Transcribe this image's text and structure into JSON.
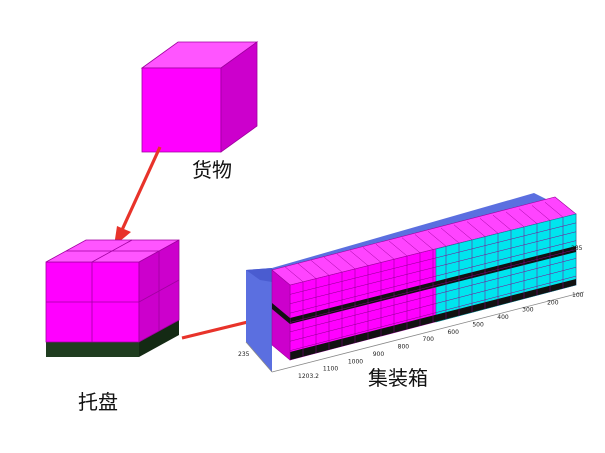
{
  "labels": {
    "goods": "货物",
    "pallet": "托盘",
    "container": "集装箱"
  },
  "axes": {
    "x_ticks": [
      "100",
      "200",
      "300",
      "400",
      "500",
      "600",
      "700",
      "800",
      "900",
      "1000",
      "1100",
      "1203.2"
    ],
    "z_ticks": [
      "235"
    ],
    "y_ticks": [
      "235"
    ]
  },
  "colors": {
    "cargo": "#ff00ff",
    "cargo_dark": "#cc00cc",
    "cargo_light": "#ff55ff",
    "cyan": "#00e5ee",
    "pallet_base": "#1f3d1f",
    "container_wall": "#5b6fe0",
    "arrow": "#e8332a"
  }
}
